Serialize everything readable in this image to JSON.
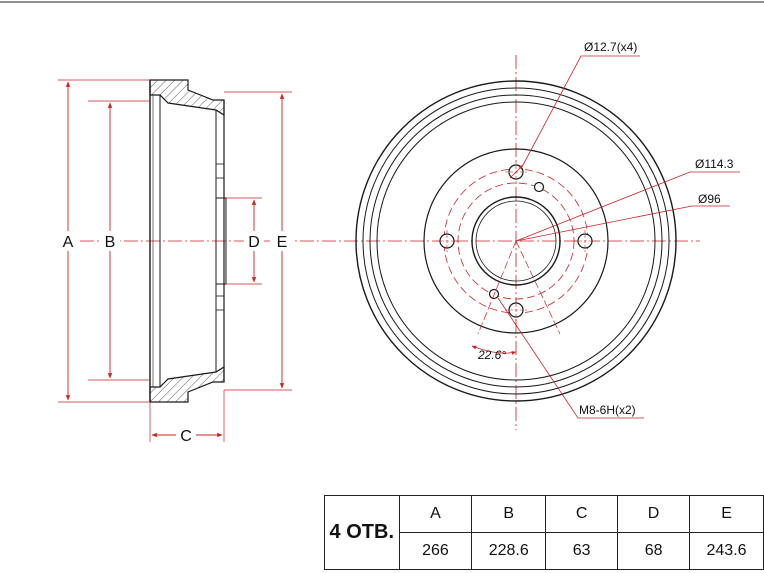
{
  "dimension_letters": {
    "a": "A",
    "b": "B",
    "c": "C",
    "d": "D",
    "e": "E"
  },
  "callouts": {
    "bolt_hole": "Ø12.7(x4)",
    "pcd": "Ø114.3",
    "center_bore": "Ø96",
    "angle": "22.6°",
    "thread": "M8-6H(x2)"
  },
  "spec_table": {
    "holes_label": "4 ОТВ.",
    "headers": [
      "A",
      "B",
      "C",
      "D",
      "E"
    ],
    "values": [
      "266",
      "228.6",
      "63",
      "68",
      "243.6"
    ]
  },
  "colors": {
    "line": "#1a1a1a",
    "dimension": "#cc2222"
  }
}
